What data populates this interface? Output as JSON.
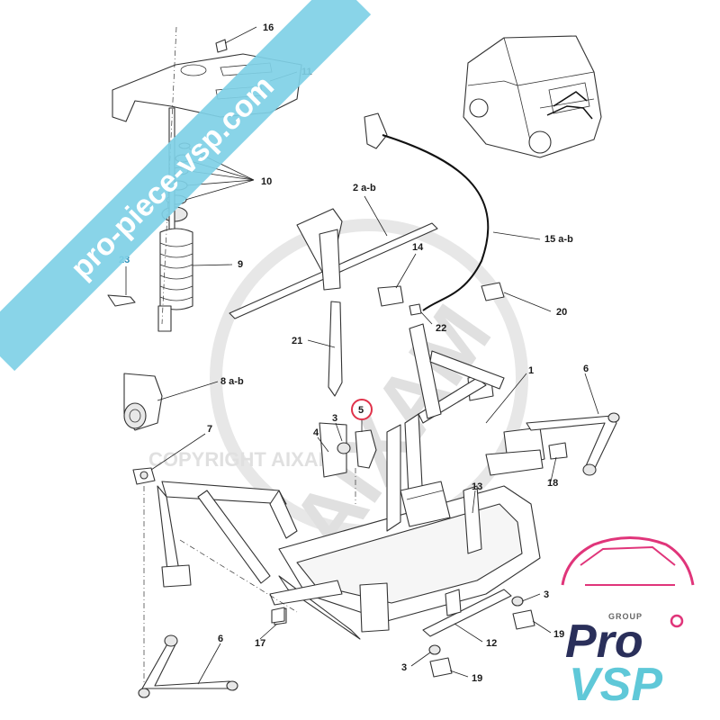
{
  "banner": {
    "text": "pro-piece-vsp.com",
    "color": "#7fd0e6"
  },
  "watermark": {
    "brand": "AIXAM",
    "copyright": "COPYRIGHT AIXAM"
  },
  "highlight_color": "#e0324a",
  "callouts": {
    "c16": "16",
    "c11": "11",
    "c10": "10",
    "c9": "9",
    "c23": "23",
    "c8": "8 a-b",
    "c7": "7",
    "c2": "2 a-b",
    "c14": "14",
    "c15": "15 a-b",
    "c20": "20",
    "c22": "22",
    "c21": "21",
    "c1": "1",
    "c6a": "6",
    "c5": "5",
    "c3a": "3",
    "c4": "4",
    "c13": "13",
    "c18": "18",
    "c3b": "3",
    "c19a": "19",
    "c12": "12",
    "c17": "17",
    "c6b": "6",
    "c3c": "3",
    "c19b": "19"
  },
  "logo": {
    "group": "GROUP",
    "pro": "Pro",
    "vsp": "VSP",
    "pink": "#e0357a",
    "navy": "#2a2f5a",
    "cyan": "#5fc8d8"
  }
}
